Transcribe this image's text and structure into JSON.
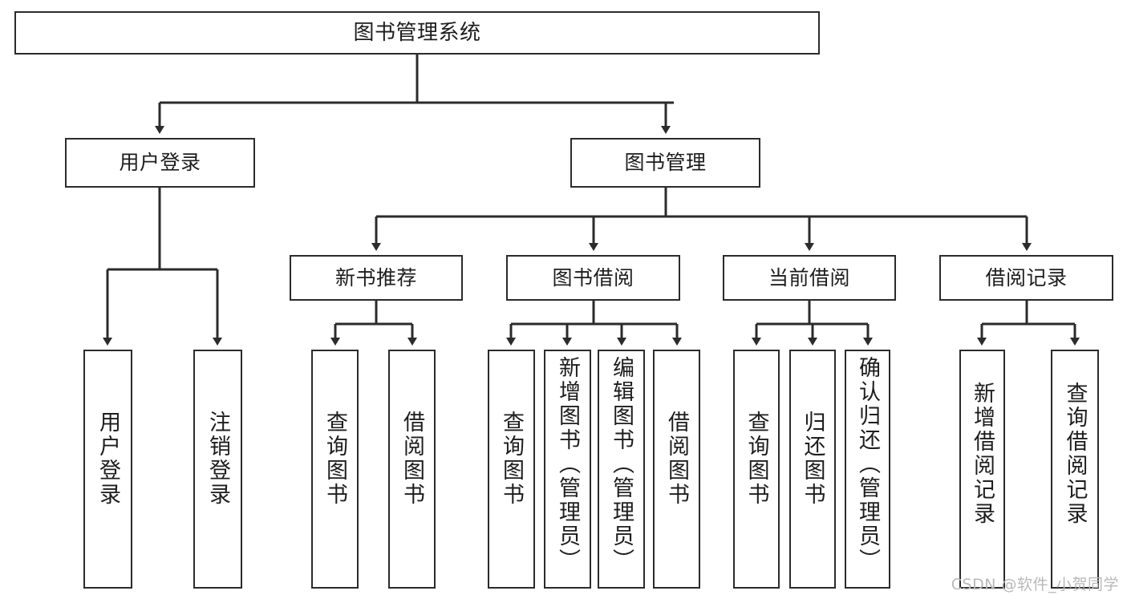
{
  "diagram": {
    "title": "图书管理系统",
    "type": "tree",
    "root": {
      "label": "图书管理系统"
    },
    "level2": [
      {
        "label": "用户登录"
      },
      {
        "label": "图书管理"
      }
    ],
    "level3": [
      {
        "label": "新书推荐"
      },
      {
        "label": "图书借阅"
      },
      {
        "label": "当前借阅"
      },
      {
        "label": "借阅记录"
      }
    ],
    "leaves": [
      {
        "label": "用户登录",
        "parent": "用户登录"
      },
      {
        "label": "注销登录",
        "parent": "用户登录"
      },
      {
        "label": "查询图书",
        "parent": "新书推荐"
      },
      {
        "label": "借阅图书",
        "parent": "新书推荐"
      },
      {
        "label": "查询图书",
        "parent": "图书借阅"
      },
      {
        "label": "新增图书（管理员）",
        "parent": "图书借阅"
      },
      {
        "label": "编辑图书（管理员）",
        "parent": "图书借阅"
      },
      {
        "label": "借阅图书",
        "parent": "图书借阅"
      },
      {
        "label": "查询图书",
        "parent": "当前借阅"
      },
      {
        "label": "归还图书",
        "parent": "当前借阅"
      },
      {
        "label": "确认归还（管理员）",
        "parent": "当前借阅"
      },
      {
        "label": "新增借阅记录",
        "parent": "借阅记录"
      },
      {
        "label": "查询借阅记录",
        "parent": "借阅记录"
      }
    ],
    "colors": {
      "border": "#2b2b2b",
      "text": "#1d1d1d",
      "background": "#ffffff",
      "connector": "#2b2b2b",
      "watermark": "#b9b9b9"
    }
  },
  "watermark": {
    "text": "CSDN @软件_小贺同学"
  }
}
